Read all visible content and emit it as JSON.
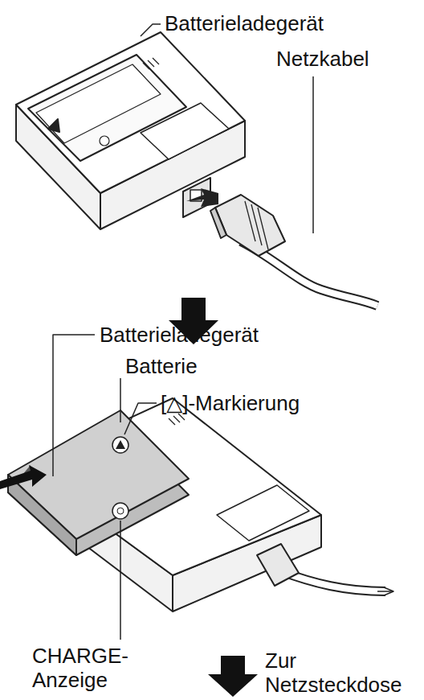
{
  "diagram": {
    "labels": [
      "Batterieladegerät",
      "Netzkabel",
      "Batterieladegerät",
      "Batterie",
      "[△]-Markierung",
      "CHARGE- Anzeige",
      "Zur Netzsteckdose"
    ]
  }
}
